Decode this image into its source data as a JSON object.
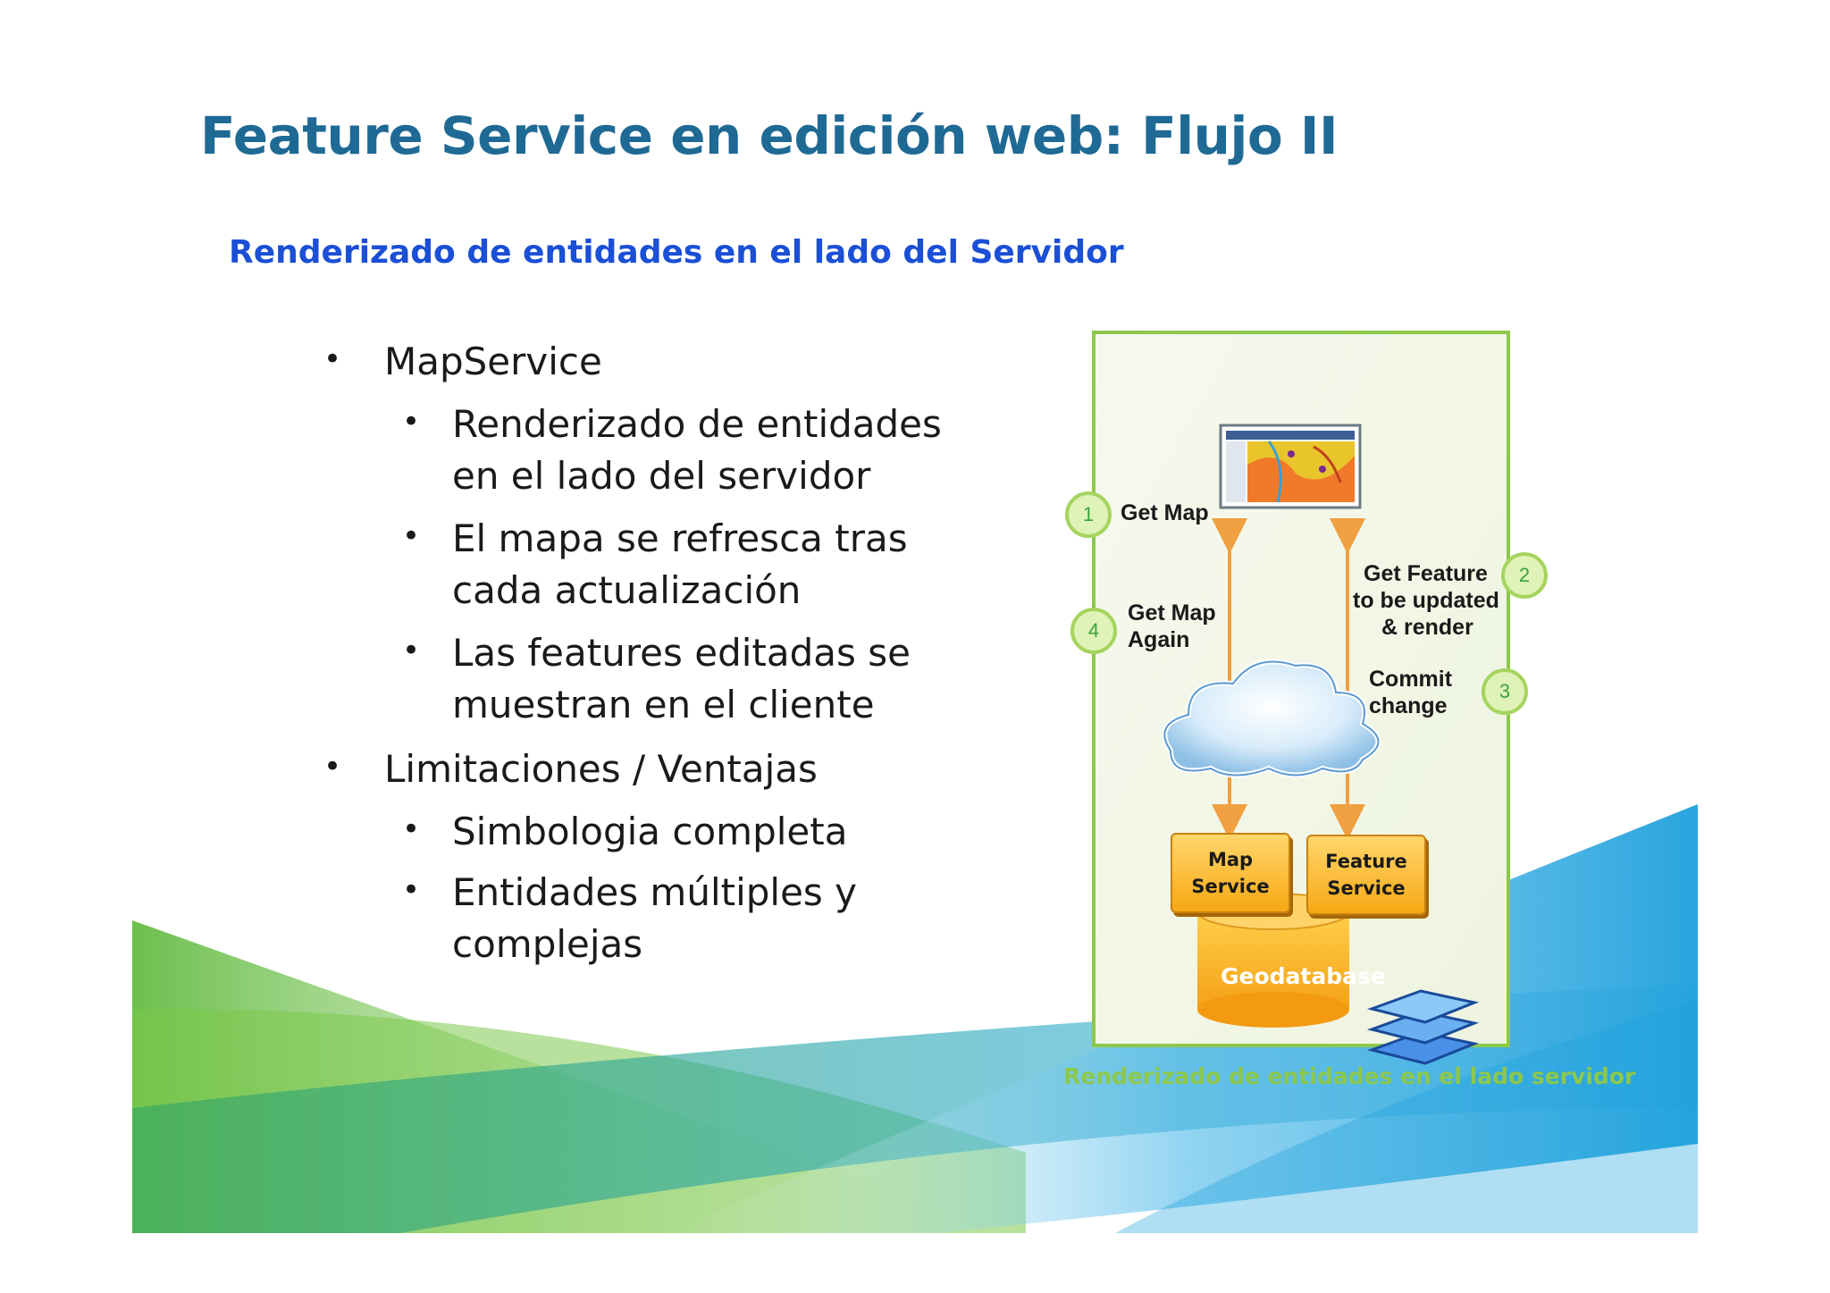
{
  "slide": {
    "title": "Feature Service en edición web: Flujo II",
    "subtitle": "Renderizado de entidades en el lado del Servidor"
  },
  "bullets": {
    "item1": "MapService",
    "item1_sub1_line1": "Renderizado de entidades",
    "item1_sub1_line2": "en el lado del servidor",
    "item1_sub2_line1": "El mapa se refresca tras",
    "item1_sub2_line2": "cada actualización",
    "item1_sub3_line1": "Las features editadas se",
    "item1_sub3_line2": "muestran en el cliente",
    "item2": "Limitaciones / Ventajas",
    "item2_sub1": "Simbologia completa",
    "item2_sub2_line1": "Entidades múltiples y",
    "item2_sub2_line2": "complejas"
  },
  "diagram": {
    "step1_num": "1",
    "step1_label": "Get Map",
    "step2_num": "2",
    "step2_label_line1": "Get Feature",
    "step2_label_line2": "to be updated",
    "step2_label_line3": "& render",
    "step3_num": "3",
    "step3_label_line1": "Commit",
    "step3_label_line2": "change",
    "step4_num": "4",
    "step4_label_line1": "Get Map",
    "step4_label_line2": "Again",
    "map_service_line1": "Map",
    "map_service_line2": "Service",
    "feature_service_line1": "Feature",
    "feature_service_line2": "Service",
    "geodatabase": "Geodatabase",
    "caption": "Renderizado de entidades en el lado servidor"
  },
  "colors": {
    "title": "#1f6a95",
    "subtitle": "#1a4fd6",
    "frame_border": "#8cc84b",
    "arrow": "#f0a040",
    "caption": "#8cc84b"
  }
}
